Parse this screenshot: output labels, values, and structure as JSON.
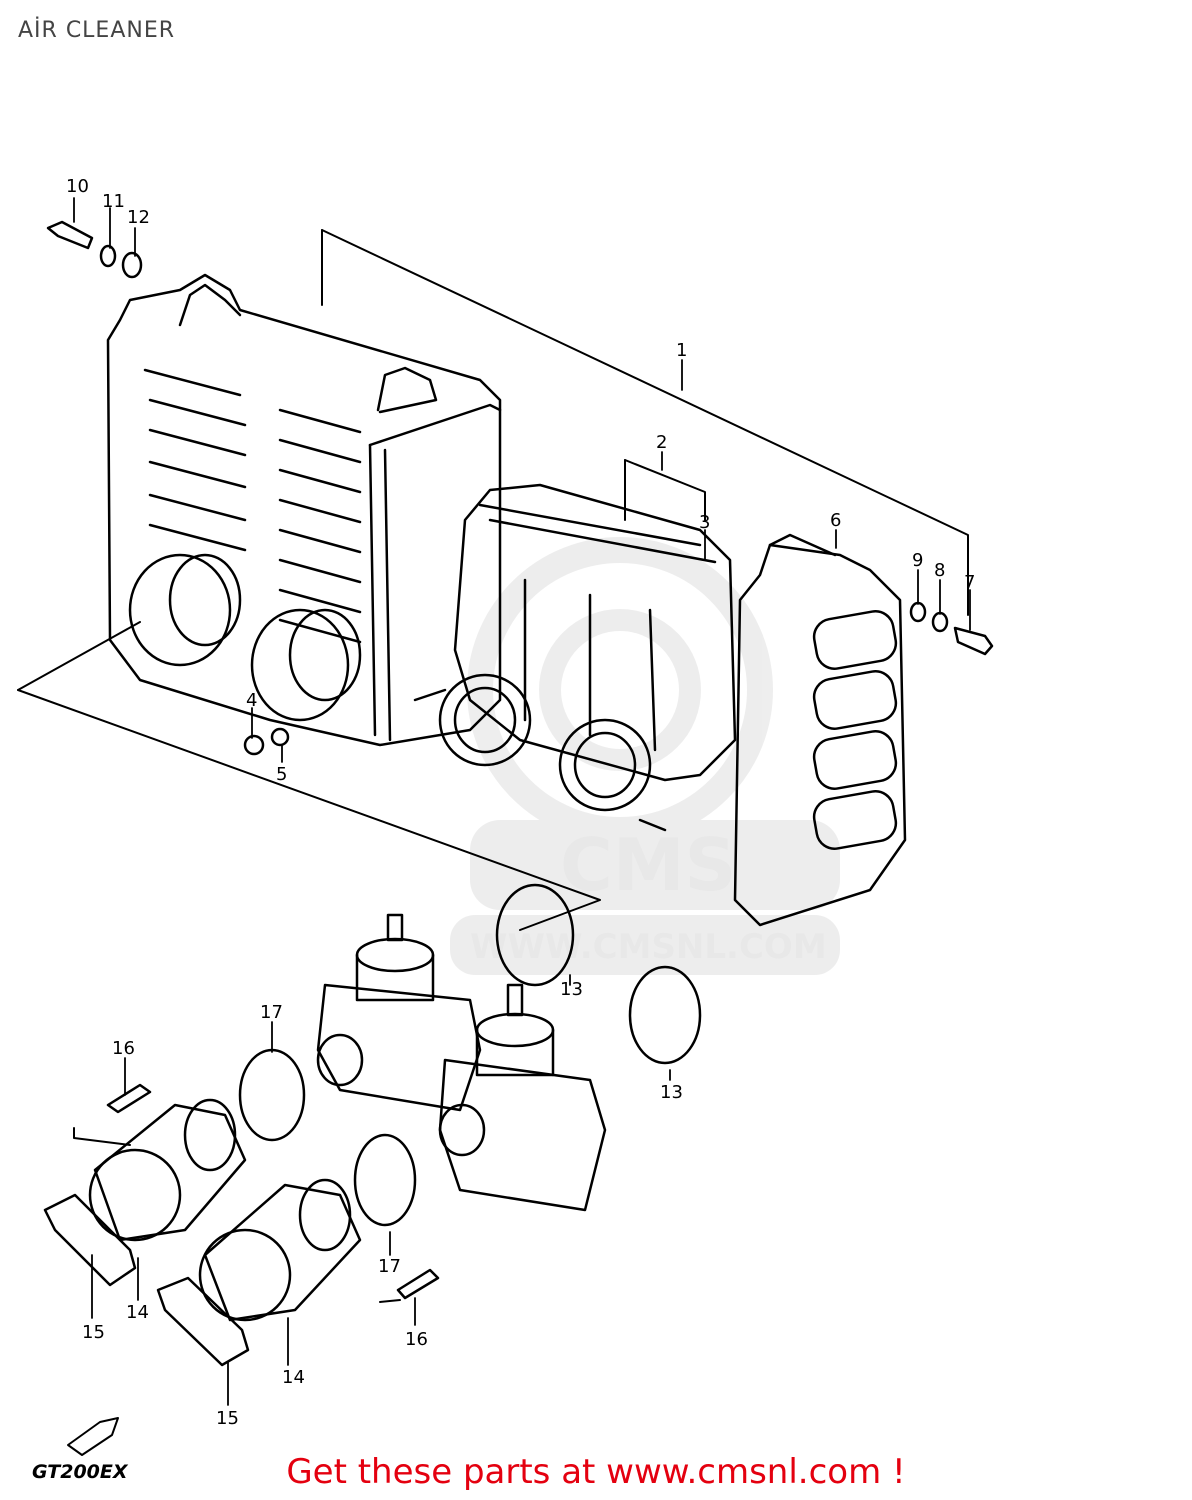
{
  "title": "AİR CLEANER",
  "cta": "Get these parts at www.cmsnl.com !",
  "model_code": "GT200EX",
  "watermark": {
    "logo": "CMS",
    "url": "WWW.CMSNL.COM"
  },
  "callouts": [
    "10",
    "11",
    "12",
    "1",
    "2",
    "3",
    "6",
    "9",
    "8",
    "7",
    "4",
    "5",
    "13",
    "13",
    "16",
    "17",
    "17",
    "16",
    "15",
    "14",
    "14",
    "15"
  ],
  "colors": {
    "cta": "#e4000f",
    "line": "#000000",
    "watermark": "#e6e6e6"
  }
}
